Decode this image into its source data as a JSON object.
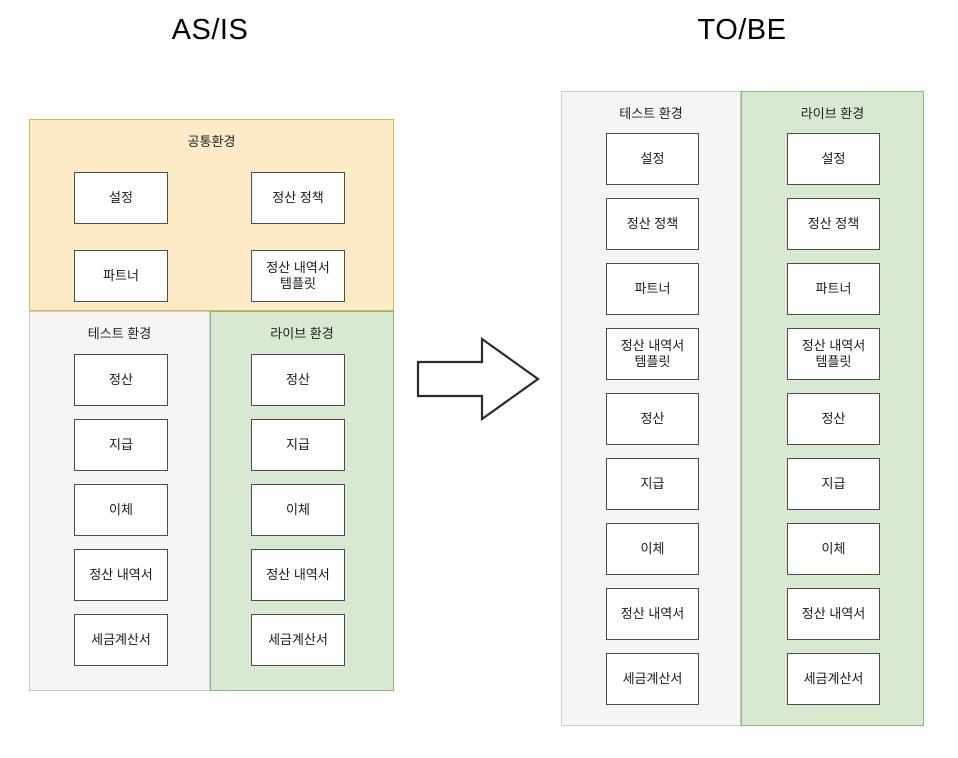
{
  "diagram": {
    "type": "before-after-architecture",
    "colors": {
      "common_fill": "#fdebc8",
      "common_border": "#d6b656",
      "test_fill": "#f5f5f5",
      "test_border": "#cccccc",
      "live_fill": "#d9e8d0",
      "live_border": "#8ab77c",
      "node_fill": "#ffffff",
      "node_border": "#4d4d4d",
      "text": "#1a1a1a"
    }
  },
  "asis": {
    "title": "AS/IS",
    "common_zone": {
      "header": "공통환경",
      "nodes": [
        {
          "label": "설정"
        },
        {
          "label": "정산 정책"
        },
        {
          "label": "파트너"
        },
        {
          "label": "정산 내역서\n템플릿"
        }
      ]
    },
    "test_zone": {
      "header": "테스트 환경",
      "nodes": [
        {
          "label": "정산"
        },
        {
          "label": "지급"
        },
        {
          "label": "이체"
        },
        {
          "label": "정산 내역서"
        },
        {
          "label": "세금계산서"
        }
      ]
    },
    "live_zone": {
      "header": "라이브 환경",
      "nodes": [
        {
          "label": "정산"
        },
        {
          "label": "지급"
        },
        {
          "label": "이체"
        },
        {
          "label": "정산 내역서"
        },
        {
          "label": "세금계산서"
        }
      ]
    }
  },
  "arrow": {
    "name": "right-arrow",
    "direction": "right"
  },
  "tobe": {
    "title": "TO/BE",
    "test_zone": {
      "header": "테스트 환경",
      "nodes": [
        {
          "label": "설정"
        },
        {
          "label": "정산 정책"
        },
        {
          "label": "파트너"
        },
        {
          "label": "정산 내역서\n템플릿"
        },
        {
          "label": "정산"
        },
        {
          "label": "지급"
        },
        {
          "label": "이체"
        },
        {
          "label": "정산 내역서"
        },
        {
          "label": "세금계산서"
        }
      ]
    },
    "live_zone": {
      "header": "라이브 환경",
      "nodes": [
        {
          "label": "설정"
        },
        {
          "label": "정산 정책"
        },
        {
          "label": "파트너"
        },
        {
          "label": "정산 내역서\n템플릿"
        },
        {
          "label": "정산"
        },
        {
          "label": "지급"
        },
        {
          "label": "이체"
        },
        {
          "label": "정산 내역서"
        },
        {
          "label": "세금계산서"
        }
      ]
    }
  }
}
